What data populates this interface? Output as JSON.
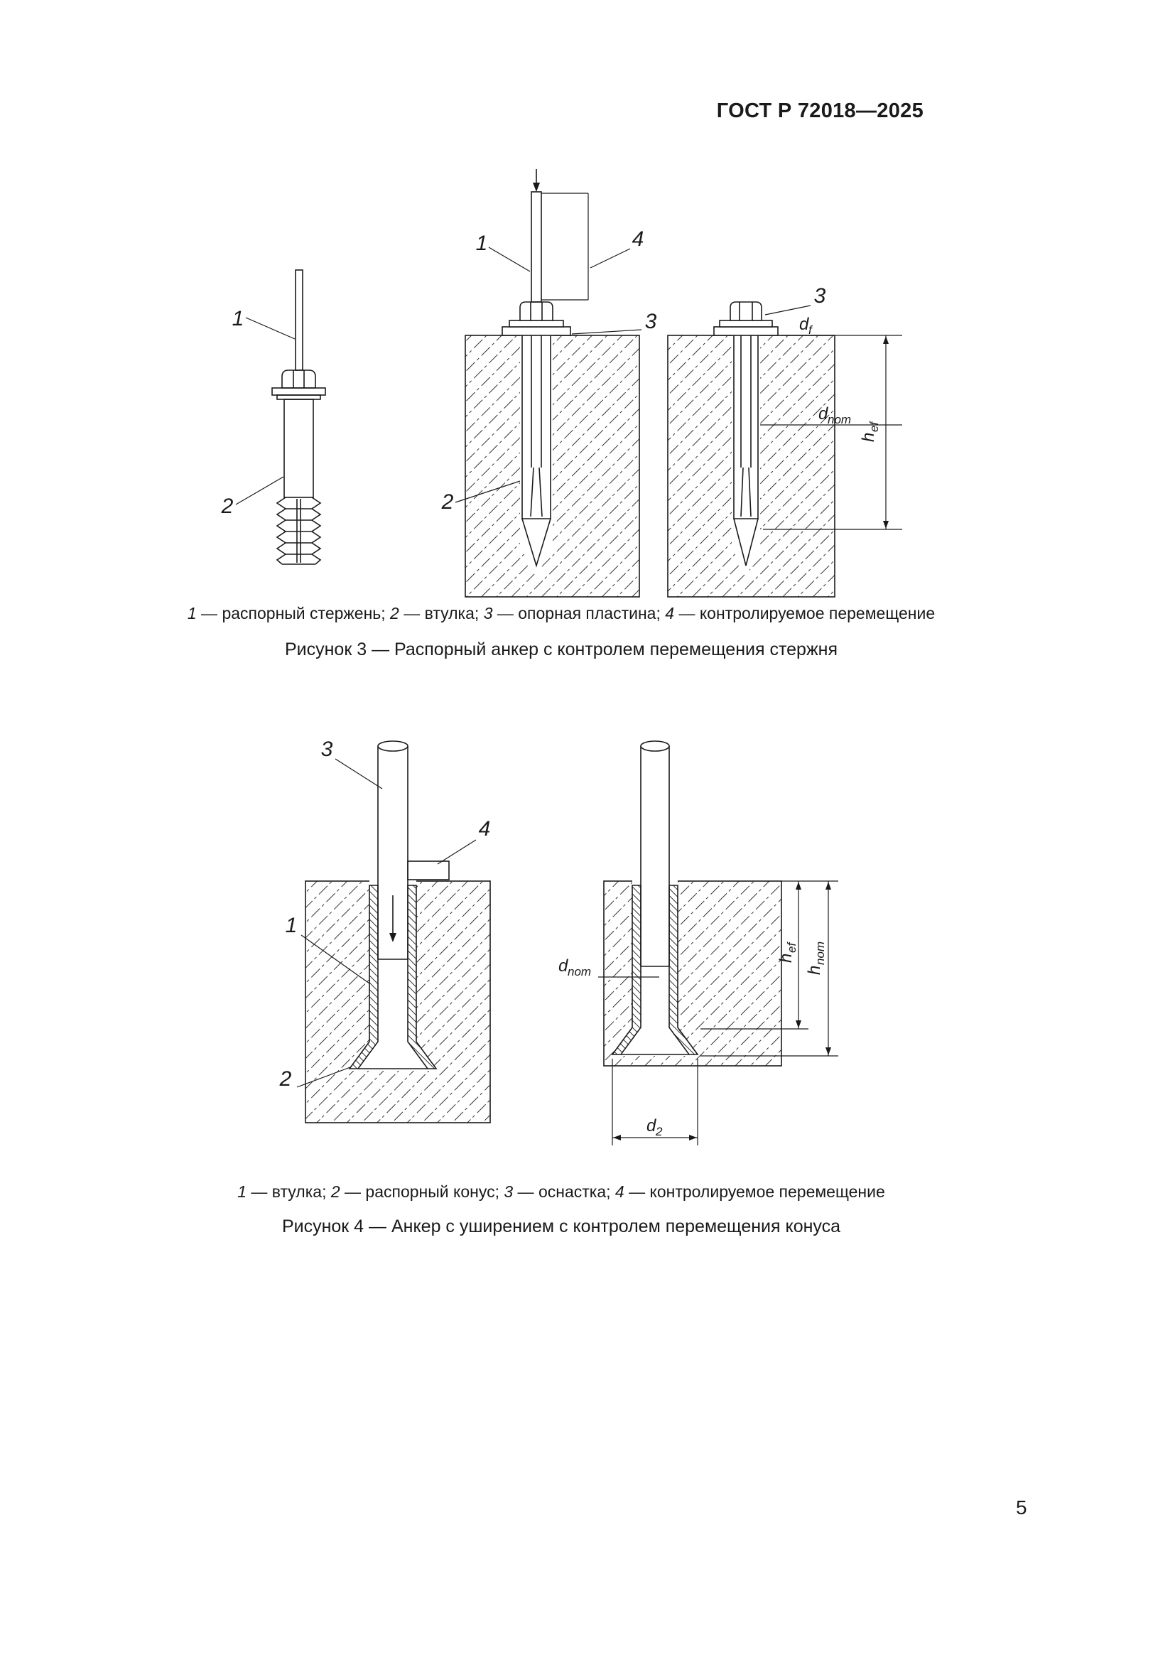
{
  "page": {
    "header": "ГОСТ Р 72018—2025",
    "number": "5"
  },
  "fig3": {
    "legend": [
      {
        "num": "1",
        "text": " — распорный стержень; "
      },
      {
        "num": "2",
        "text": " — втулка; "
      },
      {
        "num": "3",
        "text": " — опорная пластина; "
      },
      {
        "num": "4",
        "text": " — контролируемое перемещение"
      }
    ],
    "caption": "Рисунок 3 — Распорный анкер с контролем перемещения стержня",
    "labels": {
      "n1": "1",
      "n2": "2",
      "n3": "3",
      "n4": "4"
    },
    "dims": {
      "df_m": "d",
      "df_s": "f",
      "dnom_m": "d",
      "dnom_s": "nom",
      "hef_m": "h",
      "hef_s": "ef"
    }
  },
  "fig4": {
    "legend": [
      {
        "num": "1",
        "text": " — втулка; "
      },
      {
        "num": "2",
        "text": " — распорный конус; "
      },
      {
        "num": "3",
        "text": " — оснастка; "
      },
      {
        "num": "4",
        "text": " — контролируемое перемещение"
      }
    ],
    "caption": "Рисунок 4 — Анкер с уширением с контролем перемещения конуса",
    "labels": {
      "n1": "1",
      "n2": "2",
      "n3": "3",
      "n4": "4"
    },
    "dims": {
      "dnom_m": "d",
      "dnom_s": "nom",
      "hef_m": "h",
      "hef_s": "ef",
      "hnom_m": "h",
      "hnom_s": "nom",
      "d2_m": "d",
      "d2_s": "2"
    }
  }
}
